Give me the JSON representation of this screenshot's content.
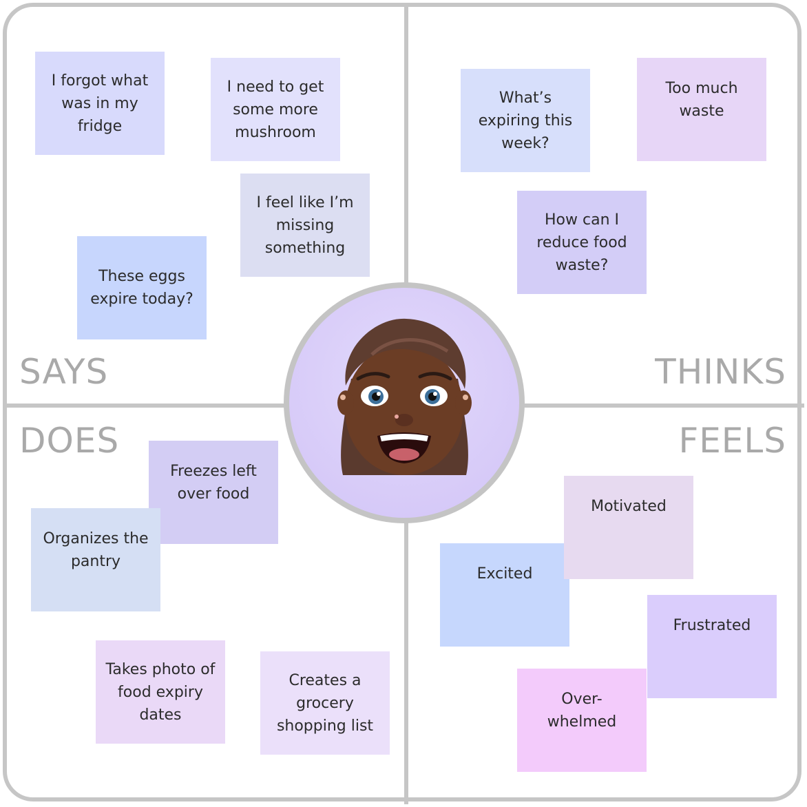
{
  "quadrants": {
    "says": "SAYS",
    "thinks": "THINKS",
    "does": "DOES",
    "feels": "FEELS"
  },
  "colors": {
    "border": "#c6c6c6",
    "label": "#a9a9a9",
    "center": "#d6cbf8"
  },
  "avatar_icon": "memoji-avatar-icon",
  "says_notes": [
    {
      "text": "I forgot what was in my fridge",
      "color": "#d8dafc"
    },
    {
      "text": "I need to get some more mushroom",
      "color": "#e2e1fc"
    },
    {
      "text": "I feel like I’m missing something",
      "color": "#dcdef2"
    },
    {
      "text": "These eggs expire today?",
      "color": "#c7d6fd"
    }
  ],
  "thinks_notes": [
    {
      "text": "What’s expiring this week?",
      "color": "#d7dffb"
    },
    {
      "text": "Too much waste",
      "color": "#e7d6f7"
    },
    {
      "text": "How can I reduce food waste?",
      "color": "#d3cdf7"
    }
  ],
  "does_notes": [
    {
      "text": "Freezes left over food",
      "color": "#d3cdf4"
    },
    {
      "text": "Organizes the pantry",
      "color": "#d5dff4"
    },
    {
      "text": "Takes photo of food expiry dates",
      "color": "#ead9f7"
    },
    {
      "text": "Creates a grocery shopping list",
      "color": "#ebe0fa"
    }
  ],
  "feels_notes": [
    {
      "text": "Motivated",
      "color": "#e7daf0"
    },
    {
      "text": "Excited",
      "color": "#c6d7fd"
    },
    {
      "text": "Frustrated",
      "color": "#dacdfc"
    },
    {
      "text": "Over-\nwhelmed",
      "color": "#f3cbfb"
    }
  ]
}
